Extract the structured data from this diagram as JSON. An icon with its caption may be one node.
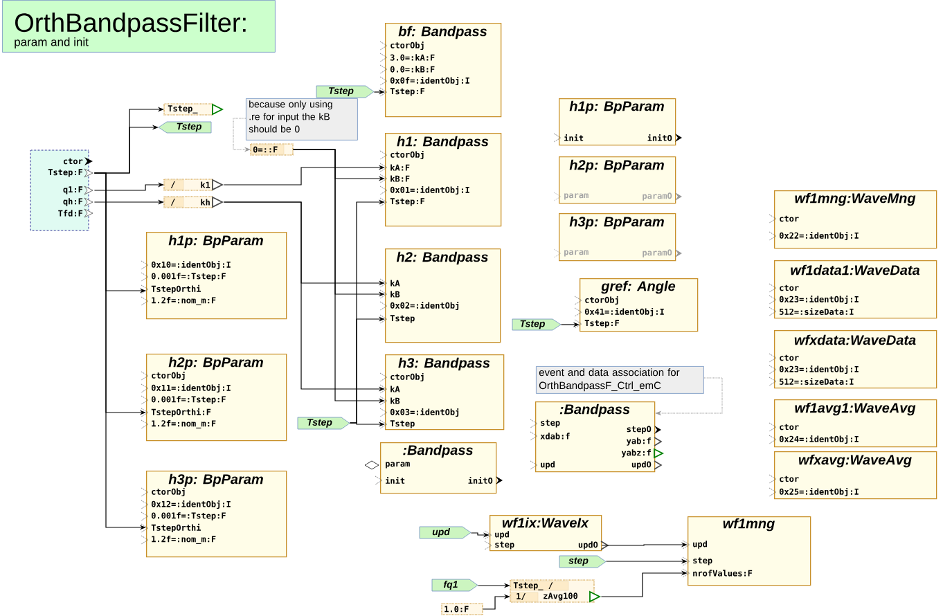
{
  "diagram": {
    "nodes": [
      {
        "text": [
          "OrthBandpassFilter:",
          "param and init"
        ]
      },
      {
        "text": [
          "ctor",
          "Tstep:F",
          "q1:F",
          "qh:F",
          "Tfd:F"
        ]
      },
      {
        "text": [
          "Tstep_"
        ]
      },
      {
        "text": [
          "Tstep"
        ]
      },
      {
        "text": [
          "/",
          "k1"
        ]
      },
      {
        "text": [
          "/",
          "kh"
        ]
      },
      {
        "text": [
          "because only using .re for input the kB should be 0"
        ]
      },
      {
        "text": [
          "0=::F"
        ]
      },
      {
        "text": [
          "Tstep"
        ]
      },
      {
        "text": [
          "bf: Bandpass",
          "ctorObj",
          "3.0=:kA:F",
          "0.0=:kB:F",
          "0x0f=:identObj:I",
          "Tstep:F"
        ]
      },
      {
        "text": [
          "h1: Bandpass",
          "ctorObj",
          "kA:F",
          "kB:F",
          "0x01=:identObj:I",
          "Tstep:F"
        ]
      },
      {
        "text": [
          "h1p: BpParam",
          "init",
          "initO"
        ]
      },
      {
        "text": [
          "h2p: BpParam",
          "param",
          "paramO"
        ]
      },
      {
        "text": [
          "h3p: BpParam",
          "param",
          "paramO"
        ]
      },
      {
        "text": [
          "h1p: BpParam",
          "0x10=:identObj:I",
          "0.001f=:Tstep:F",
          "TstepOrthi",
          "1.2f=:nom_m:F"
        ]
      },
      {
        "text": [
          "h2: Bandpass",
          "kA",
          "kB",
          "0x02=:identObj",
          "Tstep"
        ]
      },
      {
        "text": [
          "gref: Angle",
          "ctorObj",
          "0x41=:identObj:I",
          "Tstep:F"
        ]
      },
      {
        "text": [
          "Tstep"
        ]
      },
      {
        "text": [
          "h2p: BpParam",
          "ctorObj",
          "0x11=:identObj:I",
          "0.001f=:Tstep:F",
          "TstepOrthi:F",
          "1.2f=:nom_m:F"
        ]
      },
      {
        "text": [
          "h3: Bandpass",
          "ctorObj",
          "kA",
          "kB",
          "0x03=:identObj",
          "Tstep"
        ]
      },
      {
        "text": [
          "Tstep"
        ]
      },
      {
        "text": [
          ":Bandpass",
          "param",
          "init",
          "initO"
        ]
      },
      {
        "text": [
          "event and data association for OrthBandpassF_Ctrl_emC"
        ]
      },
      {
        "text": [
          ":Bandpass",
          "step",
          "xdab:f",
          "stepO",
          "yab:f",
          "yabz:f",
          "upd",
          "updO"
        ]
      },
      {
        "text": [
          "h3p: BpParam",
          "ctorObj",
          "0x12=:identObj:I",
          "0.001f=:Tstep:F",
          "TstepOrthi",
          "1.2f=:nom_m:F"
        ]
      },
      {
        "text": [
          "wf1mng:WaveMng",
          "ctor",
          "0x22=:identObj:I"
        ]
      },
      {
        "text": [
          "wf1data1:WaveData",
          "ctor",
          "0x23=:identObj:I",
          "512=:sizeData:I"
        ]
      },
      {
        "text": [
          "wfxdata:WaveData",
          "ctor",
          "0x23=:identObj:I",
          "512=:sizeData:I"
        ]
      },
      {
        "text": [
          "wf1avg1:WaveAvg",
          "ctor",
          "0x24=:identObj:I"
        ]
      },
      {
        "text": [
          "wfxavg:WaveAvg",
          "ctor",
          "0x25=:identObj:I"
        ]
      },
      {
        "text": [
          "upd"
        ]
      },
      {
        "text": [
          "wf1ix:WaveIx",
          "upd",
          "step",
          "updO"
        ]
      },
      {
        "text": [
          "wf1mng",
          "upd",
          "step",
          "nrofValues:F"
        ]
      },
      {
        "text": [
          "step"
        ]
      },
      {
        "text": [
          "fq1"
        ]
      },
      {
        "text": [
          "Tstep_ /",
          "1/",
          "zAvg100"
        ]
      },
      {
        "text": [
          "1.0:F"
        ]
      }
    ],
    "edges": [
      {
        "from": 1,
        "to": 2,
        "arrow": "to"
      },
      {
        "from": 1,
        "to": 3,
        "arrow": "to"
      },
      {
        "from": 1,
        "to": 4,
        "arrow": "to"
      },
      {
        "from": 1,
        "to": 5,
        "arrow": "to"
      },
      {
        "from": 1,
        "to": 14,
        "arrow": "to"
      },
      {
        "from": 1,
        "to": 18,
        "arrow": "to"
      },
      {
        "from": 1,
        "to": 24,
        "arrow": "to"
      },
      {
        "from": 4,
        "to": 10,
        "arrow": "to"
      },
      {
        "from": 5,
        "to": 15,
        "arrow": "to"
      },
      {
        "from": 5,
        "to": 19,
        "arrow": "to"
      },
      {
        "from": 7,
        "to": 10,
        "arrow": "to"
      },
      {
        "from": 7,
        "to": 15,
        "arrow": "to"
      },
      {
        "from": 7,
        "to": 19,
        "arrow": "to"
      },
      {
        "from": 20,
        "to": 10,
        "arrow": "to"
      },
      {
        "from": 20,
        "to": 15,
        "arrow": "to"
      },
      {
        "from": 20,
        "to": 19,
        "arrow": "to"
      },
      {
        "from": 8,
        "to": 9,
        "arrow": "to"
      },
      {
        "from": 6,
        "to": 7,
        "arrow": "to",
        "style": "dashed",
        "color": "#999999"
      },
      {
        "from": 17,
        "to": 16,
        "arrow": "to"
      },
      {
        "from": 22,
        "to": 23,
        "arrow": "to",
        "style": "dashed",
        "color": "#999999"
      },
      {
        "from": 30,
        "to": 31,
        "arrow": "to"
      },
      {
        "from": 31,
        "to": 32,
        "arrow": "to"
      },
      {
        "from": 33,
        "to": 32,
        "arrow": "to"
      },
      {
        "from": 34,
        "to": 35,
        "arrow": "to"
      },
      {
        "from": 36,
        "to": 35,
        "arrow": "to"
      },
      {
        "from": 35,
        "to": 32,
        "arrow": "to"
      }
    ]
  }
}
